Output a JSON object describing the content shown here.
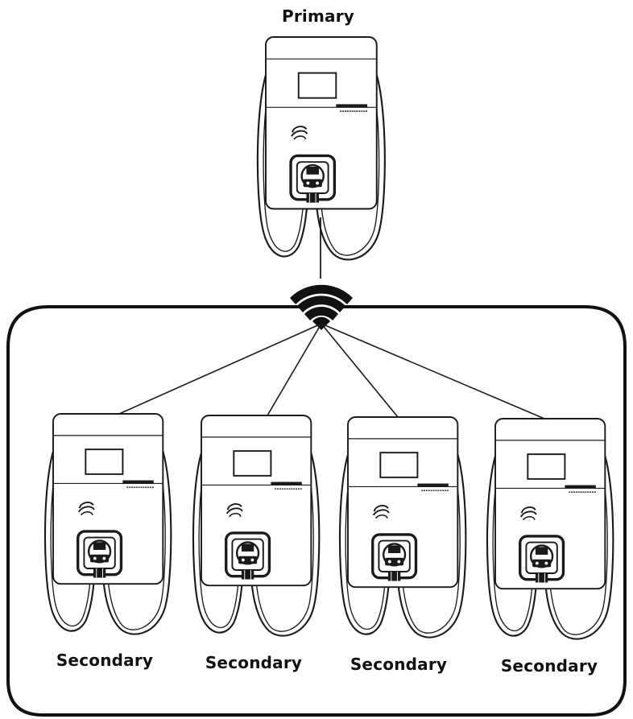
{
  "labels": {
    "primary": "Primary",
    "secondary": [
      "Secondary",
      "Secondary",
      "Secondary",
      "Secondary"
    ]
  },
  "colors": {
    "line": "#1a1a1a",
    "background": "#ffffff"
  },
  "icons": {
    "hub": "wifi-icon",
    "charger": "ev-charger-icon",
    "logo": "swirl-logo-icon"
  }
}
